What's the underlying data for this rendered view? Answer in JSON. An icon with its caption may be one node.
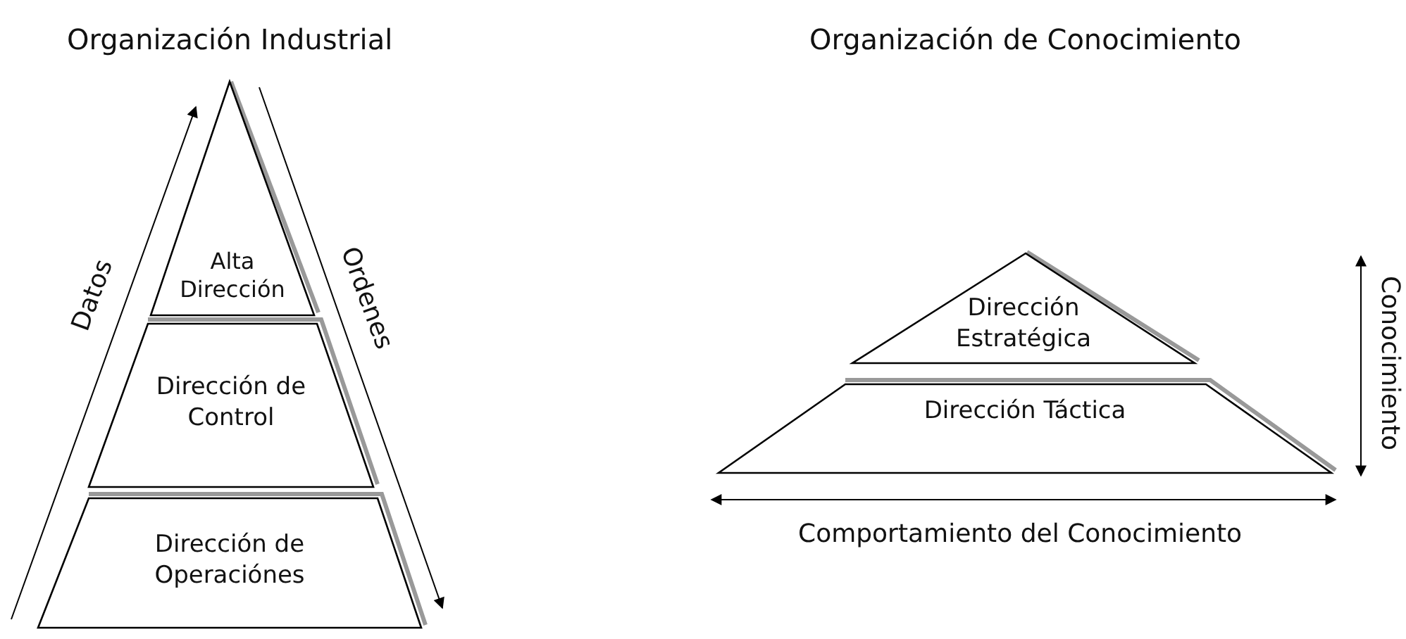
{
  "diagram": {
    "nodes": [
      {
        "text": [
          "Alta Dirección"
        ]
      },
      {
        "text": [
          "Dirección de Control"
        ]
      },
      {
        "text": [
          "Dirección de Operaciónes"
        ]
      },
      {
        "text": [
          "Dirección Estratégica"
        ]
      },
      {
        "text": [
          "Dirección Táctica"
        ]
      }
    ],
    "labels": [
      "Organización Industrial",
      "Organización de Conocimiento",
      "Datos",
      "Ordenes",
      "Conocimiento",
      "Comportamiento del Conocimiento"
    ]
  }
}
